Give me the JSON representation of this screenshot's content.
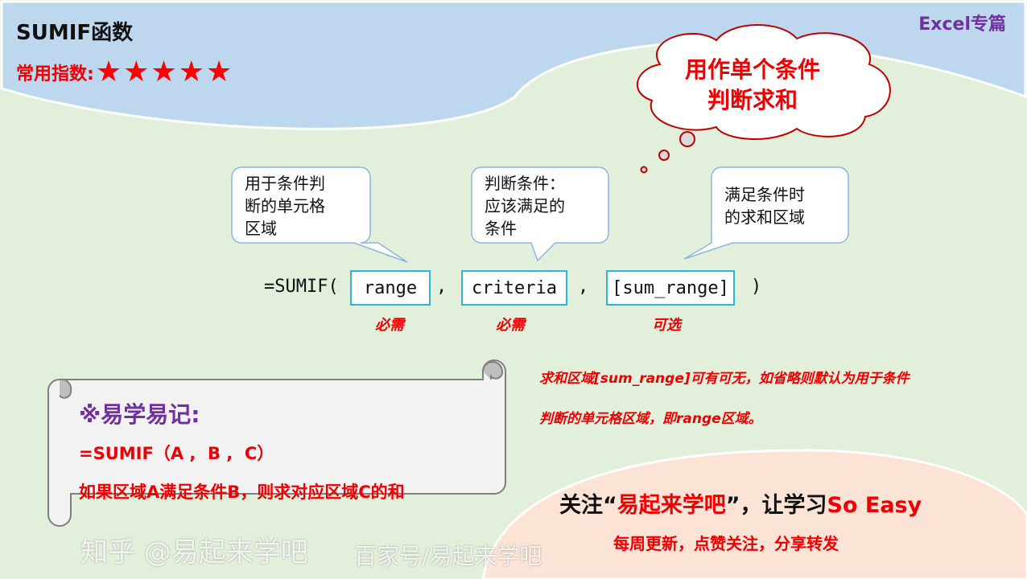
{
  "header": {
    "title": "SUMIF函数",
    "badge": "Excel专篇",
    "rating_label": "常用指数:",
    "rating_stars": 5,
    "rating_max": 5
  },
  "cloud": {
    "line1": "用作单个条件",
    "line2": "判断求和"
  },
  "callouts": [
    {
      "lines": [
        "用于条件判",
        "断的单元格",
        "区域"
      ]
    },
    {
      "lines": [
        "判断条件：",
        "应该满足的",
        "条件"
      ]
    },
    {
      "lines": [
        "满足条件时",
        "的求和区域"
      ]
    }
  ],
  "formula": {
    "prefix": "=SUMIF(",
    "args": [
      "range",
      "criteria",
      "[sum_range]"
    ],
    "separator": ",",
    "suffix": ")",
    "arg_tags": [
      "必需",
      "必需",
      "可选"
    ]
  },
  "note": {
    "line1": "求和区域[sum_range]可有可无，如省略则默认为用于条件",
    "line2": "判断的单元格区域，即range区域。"
  },
  "scroll": {
    "heading": "※易学易记:",
    "formula": "=SUMIF（A ,  B ,  C）",
    "explanation": "如果区域A满足条件B，则求对应区域C的和"
  },
  "footer": {
    "follow_prefix": "关注“",
    "follow_name": "易起来学吧",
    "follow_mid": "”，让学习",
    "follow_suffix": "So Easy",
    "weekly": "每周更新，点赞关注，分享转发"
  },
  "watermark": {
    "line1": "知乎 @易起来学吧",
    "line2": "百家号/易起来学吧"
  },
  "colors": {
    "top_band": "#bdd7ee",
    "middle": "#e2efda",
    "bottom_band": "#fbe3d5",
    "accent_red": "#ee0000",
    "accent_purple": "#7030a0",
    "arg_border": "#2fb4d6"
  }
}
